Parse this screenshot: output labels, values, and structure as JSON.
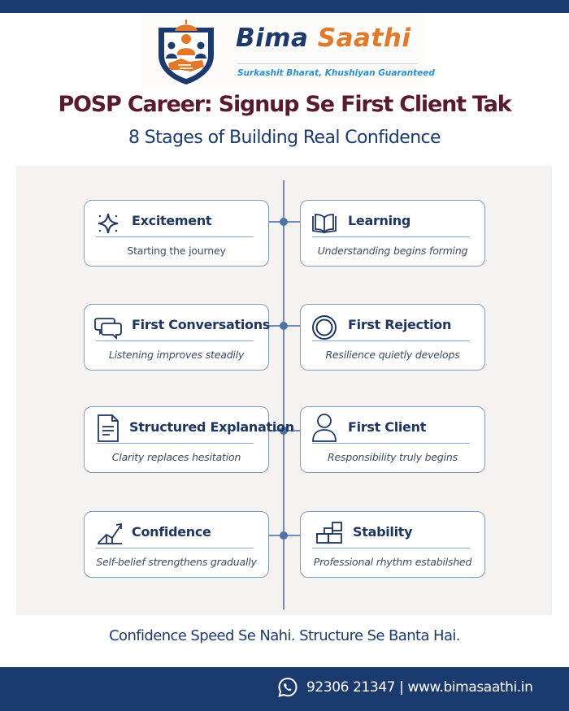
{
  "header": {
    "brand_part1": "Bima",
    "brand_part2": "Saathi",
    "tagline": "Surkashit Bharat, Khushiyan Guaranteed",
    "logo_icon": "shield-handshake-logo"
  },
  "title": "POSP Career: Signup Se First Client Tak",
  "subtitle": "8 Stages of Building Real Confidence",
  "colors": {
    "navy": "#1b3a6d",
    "title_maroon": "#5a1a2e",
    "brand_orange": "#e2782a",
    "tagline_blue": "#2a8fd0",
    "card_border": "#7f9bc4",
    "panel_bg": "#f5f2ef"
  },
  "stages": [
    {
      "title": "Excitement",
      "desc": "Starting the journey",
      "icon": "sparkle-icon"
    },
    {
      "title": "Learning",
      "desc": "Understanding begins forming",
      "icon": "open-book-icon"
    },
    {
      "title": "First Conversations",
      "desc": "Listening improves steadily",
      "icon": "chat-bubbles-icon"
    },
    {
      "title": "First Rejection",
      "desc": "Resilience quietly develops",
      "icon": "double-ring-icon"
    },
    {
      "title": "Structured Explanation",
      "desc": "Clarity replaces hesitation",
      "icon": "document-icon"
    },
    {
      "title": "First Client",
      "desc": "Responsibility truly begins",
      "icon": "user-icon"
    },
    {
      "title": "Confidence",
      "desc": "Self-belief strengthens gradually",
      "icon": "growth-chart-icon"
    },
    {
      "title": "Stability",
      "desc": "Professional rhythm estabilshed",
      "icon": "stacked-blocks-icon"
    }
  ],
  "footer": {
    "quote": "Confidence Speed Se Nahi. Structure Se Banta Hai.",
    "contact": "92306 21347 | www.bimasaathi.in",
    "contact_icon": "whatsapp-icon"
  }
}
